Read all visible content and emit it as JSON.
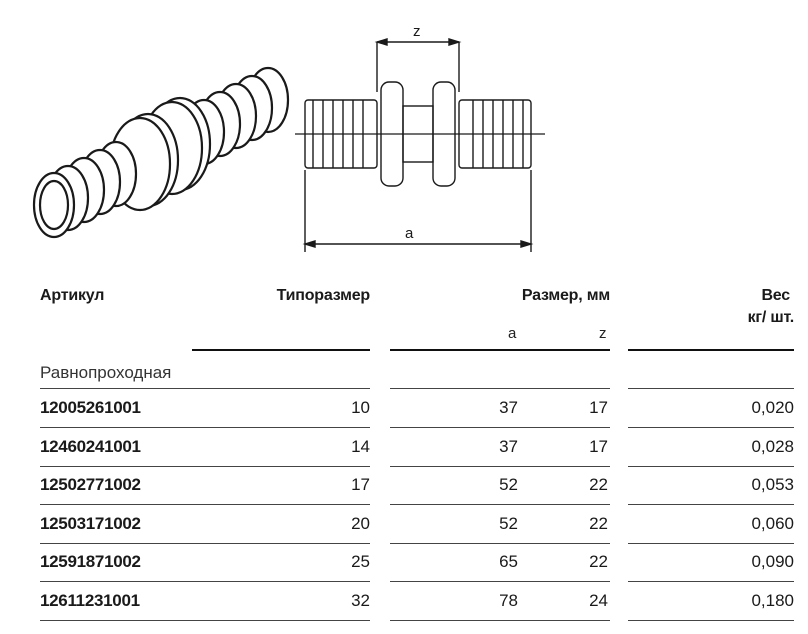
{
  "drawing": {
    "dim_z": "z",
    "dim_a": "a"
  },
  "table": {
    "headers": {
      "article": "Артикул",
      "size_type": "Типоразмер",
      "dimensions": "Размер, мм",
      "weight_line1": "Вес",
      "weight_line2": "кг/ шт.",
      "dim_a": "a",
      "dim_z": "z"
    },
    "group_label": "Равнопроходная",
    "rows": [
      {
        "article": "12005261001",
        "size": "10",
        "a": "37",
        "z": "17",
        "weight": "0,020"
      },
      {
        "article": "12460241001",
        "size": "14",
        "a": "37",
        "z": "17",
        "weight": "0,028"
      },
      {
        "article": "12502771002",
        "size": "17",
        "a": "52",
        "z": "22",
        "weight": "0,053"
      },
      {
        "article": "12503171002",
        "size": "20",
        "a": "52",
        "z": "22",
        "weight": "0,060"
      },
      {
        "article": "12591871002",
        "size": "25",
        "a": "65",
        "z": "22",
        "weight": "0,090"
      },
      {
        "article": "12611231001",
        "size": "32",
        "a": "78",
        "z": "24",
        "weight": "0,180"
      }
    ]
  }
}
